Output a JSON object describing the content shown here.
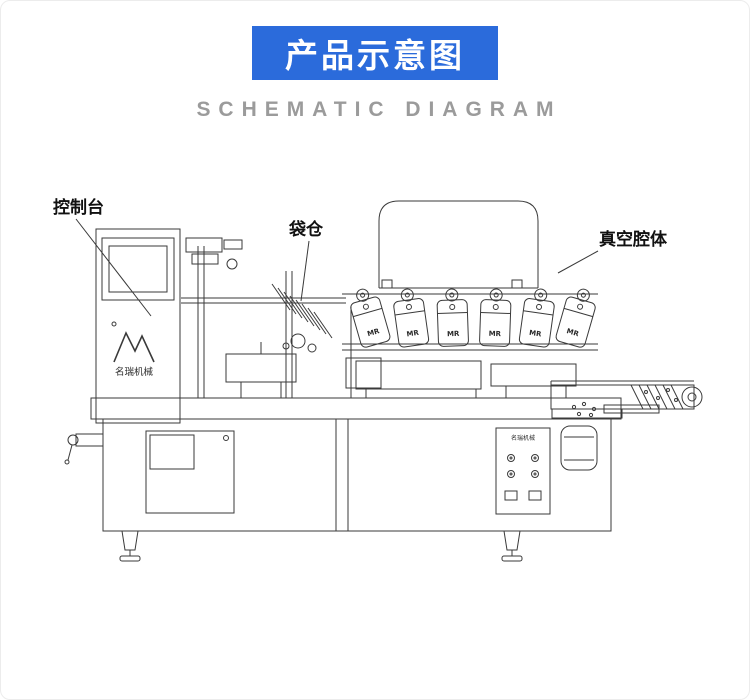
{
  "header": {
    "title": "产品示意图",
    "subtitle": "SCHEMATIC DIAGRAM"
  },
  "colors": {
    "accent": "#2b6bdb",
    "muted": "#9b9b9b",
    "line": "#3a3a3a",
    "label": "#111111"
  },
  "diagram": {
    "labels": {
      "console": "控制台",
      "bag_magazine": "袋仓",
      "vacuum_chamber": "真空腔体"
    },
    "machine": {
      "brand": "名瑞机械",
      "panel_brand": "名瑞机械",
      "chamber_label": "MR"
    }
  }
}
